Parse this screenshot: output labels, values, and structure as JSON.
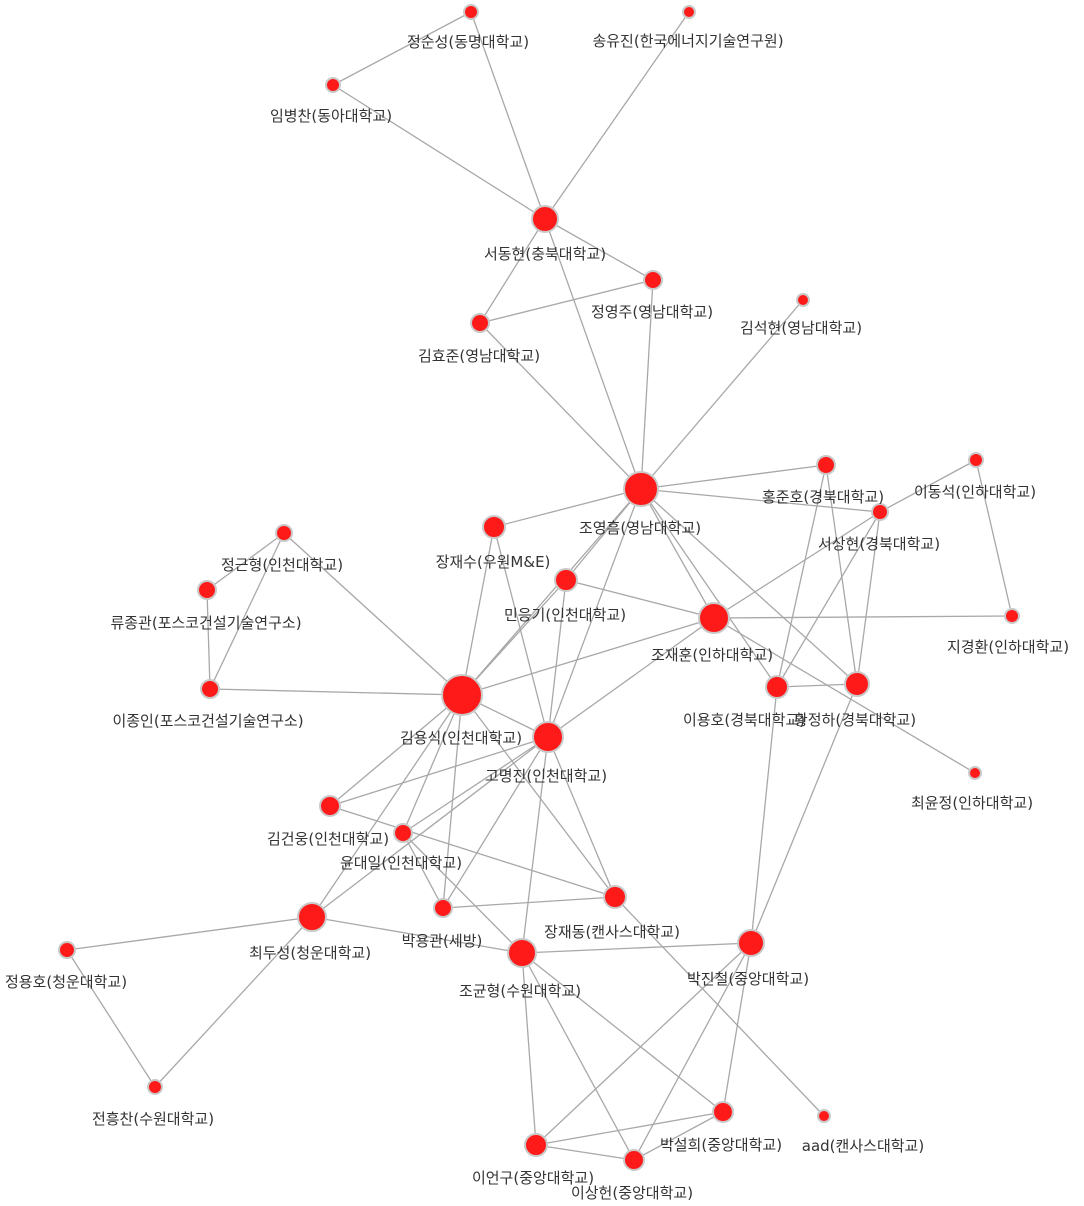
{
  "colors": {
    "node": "#ff1a1a",
    "node_stroke": "#c9c9c9",
    "link": "#a8a8a8",
    "label": "#333333"
  },
  "nodes": [
    {
      "id": "jss",
      "label": "정순성(동명대학교)"
    },
    {
      "id": "syj",
      "label": "송유진(한국에너지기술연구원)"
    },
    {
      "id": "ibc",
      "label": "임병찬(동아대학교)"
    },
    {
      "id": "sdh",
      "label": "서동현(충북대학교)"
    },
    {
      "id": "jyj",
      "label": "정영주(영남대학교)"
    },
    {
      "id": "khj",
      "label": "김효준(영남대학교)"
    },
    {
      "id": "ksh",
      "label": "김석현(영남대학교)"
    },
    {
      "id": "jyh",
      "label": "조영흠(영남대학교)"
    },
    {
      "id": "hjh",
      "label": "홍준호(경북대학교)"
    },
    {
      "id": "lds",
      "label": "이동석(인하대학교)"
    },
    {
      "id": "ssh",
      "label": "서상현(경북대학교)"
    },
    {
      "id": "jjs",
      "label": "장재수(우원M&E)"
    },
    {
      "id": "mgk",
      "label": "민응기(인천대학교)"
    },
    {
      "id": "jgh",
      "label": "정근형(인천대학교)"
    },
    {
      "id": "rjk",
      "label": "류종관(포스코건설기술연구소)"
    },
    {
      "id": "jjh",
      "label": "조재훈(인하대학교)"
    },
    {
      "id": "jgw",
      "label": "지경환(인하대학교)"
    },
    {
      "id": "ljo",
      "label": "이종인(포스코건설기술연구소)"
    },
    {
      "id": "kys",
      "label": "김용식(인천대학교)"
    },
    {
      "id": "lyh",
      "label": "이용호(경북대학교)"
    },
    {
      "id": "hjha",
      "label": "황정하(경북대학교)"
    },
    {
      "id": "gmj",
      "label": "고명진(인천대학교)"
    },
    {
      "id": "cyj",
      "label": "최윤정(인하대학교)"
    },
    {
      "id": "kgw",
      "label": "김건웅(인천대학교)"
    },
    {
      "id": "ydi",
      "label": "윤대일(인천대학교)"
    },
    {
      "id": "jjd",
      "label": "장재동(캔사스대학교)"
    },
    {
      "id": "pyk",
      "label": "박용관(세방)"
    },
    {
      "id": "cds",
      "label": "최두성(청운대학교)"
    },
    {
      "id": "pjc",
      "label": "박진철(중앙대학교)"
    },
    {
      "id": "jyho",
      "label": "정용호(청운대학교)"
    },
    {
      "id": "cgh",
      "label": "조균형(수원대학교)"
    },
    {
      "id": "jhc",
      "label": "전흥찬(수원대학교)"
    },
    {
      "id": "psh",
      "label": "박설희(중앙대학교)"
    },
    {
      "id": "aad",
      "label": "aad(캔사스대학교)"
    },
    {
      "id": "lyg",
      "label": "이언구(중앙대학교)"
    },
    {
      "id": "lsh",
      "label": "이상헌(중앙대학교)"
    }
  ],
  "links": [
    [
      "jss",
      "ibc"
    ],
    [
      "jss",
      "sdh"
    ],
    [
      "syj",
      "sdh"
    ],
    [
      "ibc",
      "sdh"
    ],
    [
      "sdh",
      "jyj"
    ],
    [
      "sdh",
      "khj"
    ],
    [
      "sdh",
      "jyh"
    ],
    [
      "khj",
      "jyj"
    ],
    [
      "khj",
      "jyh"
    ],
    [
      "jyj",
      "jyh"
    ],
    [
      "ksh",
      "jyh"
    ],
    [
      "jyh",
      "hjh"
    ],
    [
      "jyh",
      "jjs"
    ],
    [
      "jyh",
      "mgk"
    ],
    [
      "jyh",
      "jjh"
    ],
    [
      "jyh",
      "gmj"
    ],
    [
      "jyh",
      "kys"
    ],
    [
      "jyh",
      "hjha"
    ],
    [
      "jyh",
      "lyh"
    ],
    [
      "jyh",
      "ssh"
    ],
    [
      "hjh",
      "lyh"
    ],
    [
      "hjh",
      "hjha"
    ],
    [
      "lds",
      "jgw"
    ],
    [
      "lds",
      "ssh"
    ],
    [
      "ssh",
      "jjh"
    ],
    [
      "ssh",
      "lyh"
    ],
    [
      "ssh",
      "hjha"
    ],
    [
      "jjs",
      "kys"
    ],
    [
      "jjs",
      "gmj"
    ],
    [
      "mgk",
      "jjh"
    ],
    [
      "mgk",
      "gmj"
    ],
    [
      "mgk",
      "kys"
    ],
    [
      "jgh",
      "rjk"
    ],
    [
      "jgh",
      "ljo"
    ],
    [
      "jgh",
      "kys"
    ],
    [
      "rjk",
      "ljo"
    ],
    [
      "ljo",
      "kys"
    ],
    [
      "jjh",
      "kys"
    ],
    [
      "jjh",
      "gmj"
    ],
    [
      "jjh",
      "jgw"
    ],
    [
      "jjh",
      "cyj"
    ],
    [
      "lyh",
      "hjha"
    ],
    [
      "hjha",
      "pjc"
    ],
    [
      "lyh",
      "pjc"
    ],
    [
      "kys",
      "gmj"
    ],
    [
      "kys",
      "kgw"
    ],
    [
      "kys",
      "ydi"
    ],
    [
      "kys",
      "cds"
    ],
    [
      "kys",
      "pyk"
    ],
    [
      "kys",
      "jjd"
    ],
    [
      "gmj",
      "kgw"
    ],
    [
      "gmj",
      "ydi"
    ],
    [
      "gmj",
      "cgh"
    ],
    [
      "gmj",
      "jjd"
    ],
    [
      "gmj",
      "pyk"
    ],
    [
      "gmj",
      "cds"
    ],
    [
      "kgw",
      "jjd"
    ],
    [
      "ydi",
      "cgh"
    ],
    [
      "ydi",
      "pyk"
    ],
    [
      "pyk",
      "jjd"
    ],
    [
      "cds",
      "jyho"
    ],
    [
      "cds",
      "jhc"
    ],
    [
      "cds",
      "cgh"
    ],
    [
      "jyho",
      "jhc"
    ],
    [
      "jjd",
      "aad"
    ],
    [
      "cgh",
      "pjc"
    ],
    [
      "cgh",
      "lyg"
    ],
    [
      "cgh",
      "lsh"
    ],
    [
      "cgh",
      "psh"
    ],
    [
      "pjc",
      "lyg"
    ],
    [
      "pjc",
      "lsh"
    ],
    [
      "pjc",
      "psh"
    ],
    [
      "psh",
      "lyg"
    ],
    [
      "psh",
      "lsh"
    ],
    [
      "lyg",
      "lsh"
    ]
  ]
}
